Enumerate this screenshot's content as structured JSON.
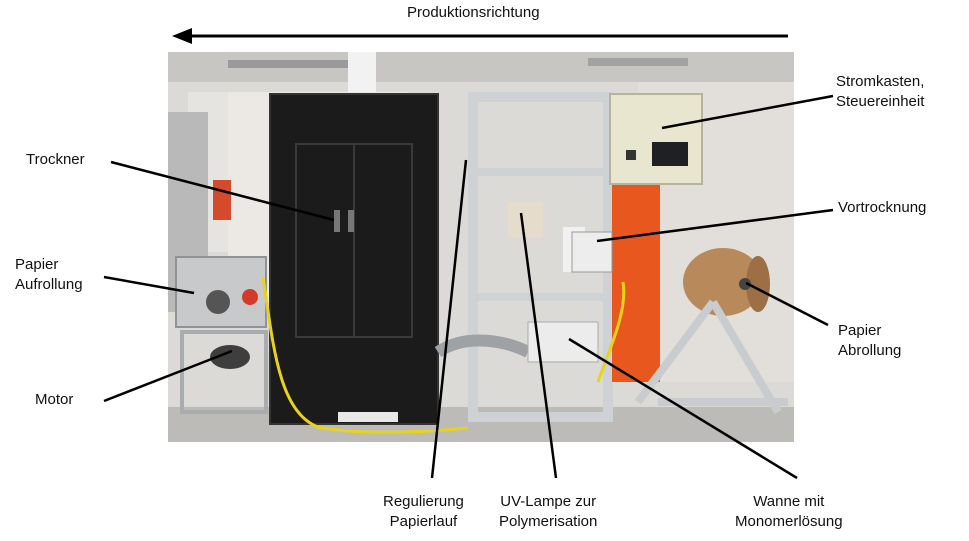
{
  "direction": {
    "text": "Produktionsrichtung"
  },
  "labels": {
    "trockner": "Trockner",
    "papier_aufrollung": "Papier\nAufrollung",
    "motor": "Motor",
    "stromkasten": "Stromkasten,\nSteuereinheit",
    "vortrocknung": "Vortrocknung",
    "papier_abrollung": "Papier\nAbrollung",
    "regulierung": "Regulierung\nPapierlauf",
    "uv_lampe": "UV-Lampe zur\nPolymerisation",
    "wanne": "Wanne mit\nMonomerlösung"
  },
  "colors": {
    "frame": "#cfd2d4",
    "dryer": "#1b1b1b",
    "tower": "#e8581e",
    "cabinet": "#e9e6cf",
    "paper_roll": "#b8895a",
    "cable": "#e8d31c"
  }
}
